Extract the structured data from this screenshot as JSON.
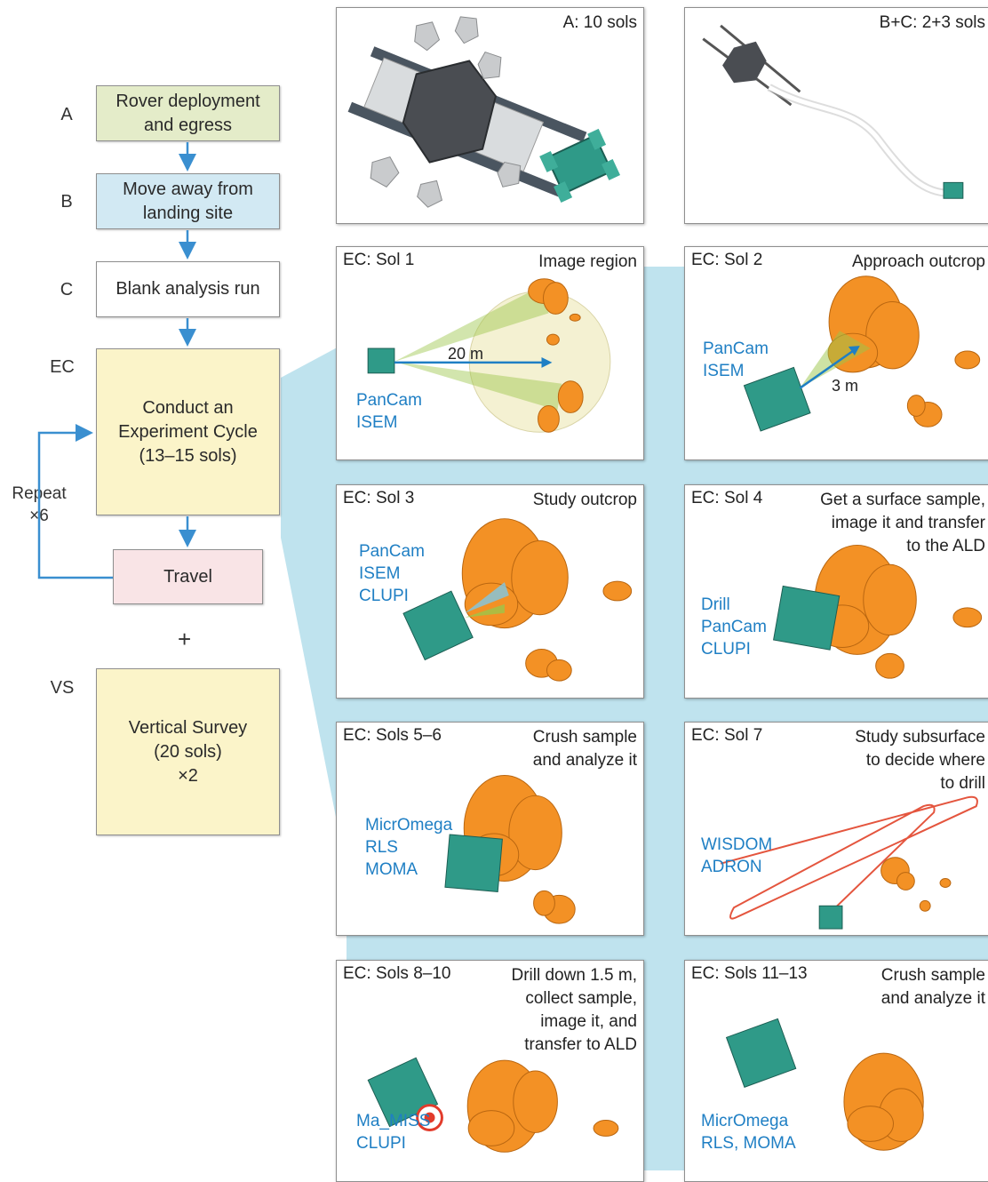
{
  "flow": {
    "steps": [
      {
        "letter": "A",
        "label": "Rover deployment\nand egress",
        "color": "#e4ecc9"
      },
      {
        "letter": "B",
        "label": "Move away from\nlanding site",
        "color": "#d2e9f3"
      },
      {
        "letter": "C",
        "label": "Blank analysis run",
        "color": "#ffffff"
      },
      {
        "letter": "EC",
        "label": "Conduct an\nExperiment Cycle\n(13–15 sols)",
        "color": "#fbf4c9"
      },
      {
        "letter": "",
        "label": "Travel",
        "color": "#f9e4e6"
      },
      {
        "letter": "VS",
        "label": "Vertical Survey\n(20 sols)\n×2",
        "color": "#fbf4c9"
      }
    ],
    "repeat_label": "Repeat\n×6",
    "plus": "+"
  },
  "panels": [
    {
      "label": "",
      "desc": "A: 10 sols",
      "instruments": ""
    },
    {
      "label": "",
      "desc": "B+C: 2+3 sols",
      "instruments": ""
    },
    {
      "label": "EC: Sol 1",
      "desc": "Image region",
      "instruments": "PanCam\nISEM",
      "distance": "20 m"
    },
    {
      "label": "EC: Sol 2",
      "desc": "Approach outcrop",
      "instruments": "PanCam\nISEM",
      "distance": "3 m"
    },
    {
      "label": "EC: Sol 3",
      "desc": "Study outcrop",
      "instruments": "PanCam\nISEM\nCLUPI"
    },
    {
      "label": "EC: Sol 4",
      "desc": "Get a surface sample,\nimage it and transfer\nto the ALD",
      "instruments": "Drill\nPanCam\nCLUPI"
    },
    {
      "label": "EC: Sols 5–6",
      "desc": "Crush sample\nand analyze it",
      "instruments": "MicrOmega\nRLS\nMOMA"
    },
    {
      "label": "EC: Sol 7",
      "desc": "Study subsurface\nto decide where\nto drill",
      "instruments": "WISDOM\nADRON"
    },
    {
      "label": "EC: Sols 8–10",
      "desc": "Drill down 1.5 m,\ncollect sample,\nimage it, and\ntransfer to ALD",
      "instruments": "Ma_MISS\nCLUPI"
    },
    {
      "label": "EC: Sols 11–13",
      "desc": "Crush sample\nand analyze it",
      "instruments": "MicrOmega\nRLS, MOMA"
    }
  ],
  "colors": {
    "instrument_text": "#1f7fc4",
    "arrow": "#3a8fd0",
    "band": "#bfe3ee",
    "rock": "#f39125",
    "rover": "#2f9a88",
    "survey_circle": "#f4f1d2",
    "field_of_view": "#9cc54a",
    "radar_track": "#e4553e",
    "drill_target": "#e23b2b"
  }
}
